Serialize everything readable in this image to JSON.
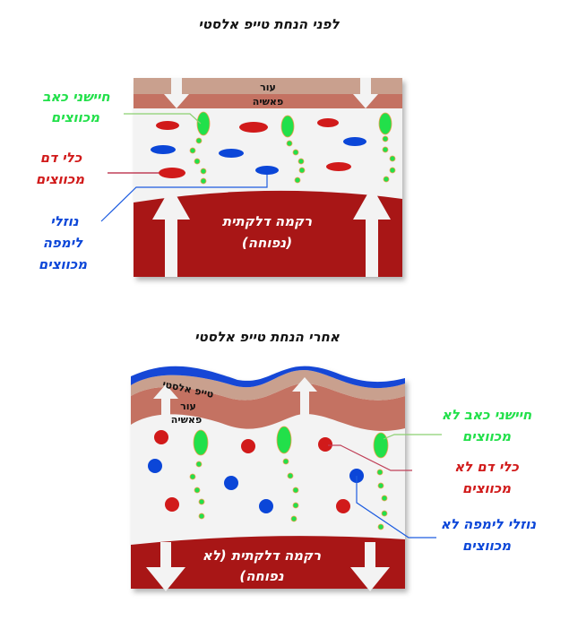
{
  "before": {
    "title": "לפני הנחת טייפ אלסטי",
    "layers": {
      "skin": "עור",
      "fascia": "פאשיה"
    },
    "tissue": {
      "line1": "רקמה דלקתית",
      "line2": "(נפוחה)"
    },
    "labels": {
      "pain_receptors": {
        "line1": "חיישני כאב",
        "line2": "מכווצים"
      },
      "blood_vessels": {
        "line1": "כלי דם",
        "line2": "מכווצים"
      },
      "lymph": {
        "line1": "נוזלי",
        "line2": "לימפה",
        "line3": "מכווצים"
      }
    }
  },
  "after": {
    "title": "אחרי הנחת טייפ אלסטי",
    "layers": {
      "tape": "טייפ אלסטי",
      "skin": "עור",
      "fascia": "פאשיה"
    },
    "tissue": {
      "line1": "רקמה דלקתית (לא",
      "line2": "נפוחה)"
    },
    "labels": {
      "pain_receptors": {
        "line1": "חיישני כאב לא",
        "line2": "מכווצים"
      },
      "blood_vessels": {
        "line1": "כלי דם לא",
        "line2": "מכווצים"
      },
      "lymph": {
        "line1": "נוזלי לימפה לא",
        "line2": "מכווצים"
      }
    }
  },
  "colors": {
    "skin": "#c9a08e",
    "fascia": "#c47262",
    "tissue": "#a81416",
    "tape": "#1247d6",
    "green": "#22e04a",
    "red": "#d11a1a",
    "blue": "#0b46d8"
  }
}
